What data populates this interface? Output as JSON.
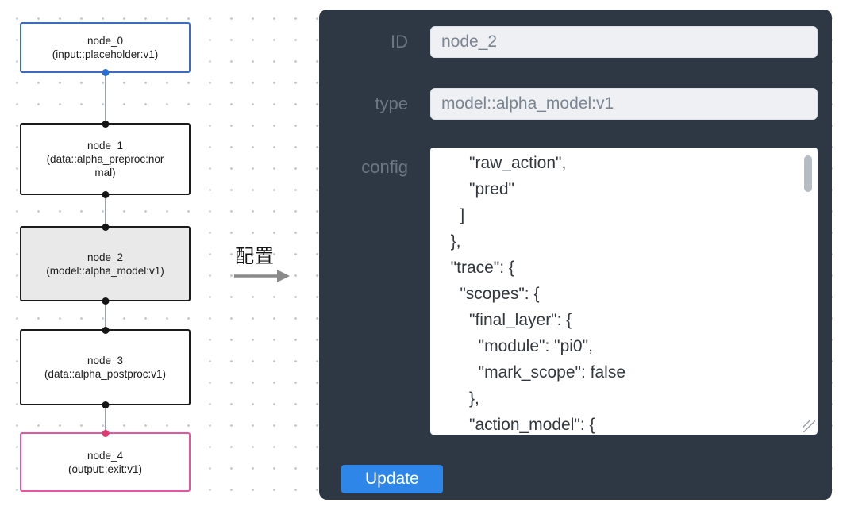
{
  "flow": {
    "nodes": [
      {
        "name": "node_0",
        "type": "(input::placeholder:v1)",
        "border_color": "#3f6ac4",
        "fill": "#ffffff",
        "top_port": "",
        "bottom_port": "#2a6fd2"
      },
      {
        "name": "node_1",
        "type": "(data::alpha_preproc:normal)",
        "border_color": "#1b1b1b",
        "fill": "#ffffff",
        "top_port": "#151515",
        "bottom_port": "#151515"
      },
      {
        "name": "node_2",
        "type": "(model::alpha_model:v1)",
        "border_color": "#1b1b1b",
        "fill": "#e9e9e9",
        "top_port": "#151515",
        "bottom_port": "#151515"
      },
      {
        "name": "node_3",
        "type": "(data::alpha_postproc:v1)",
        "border_color": "#1b1b1b",
        "fill": "#ffffff",
        "top_port": "#151515",
        "bottom_port": "#151515"
      },
      {
        "name": "node_4",
        "type": "(output::exit:v1)",
        "border_color": "#e4579e",
        "fill": "#ffffff",
        "top_port": "#de3c70",
        "bottom_port": ""
      }
    ]
  },
  "transform": {
    "label": "配置",
    "arrow_color": "#8a8a8a"
  },
  "panel": {
    "background": "#2d3844",
    "id_field": {
      "label": "ID",
      "value": "node_2"
    },
    "type_field": {
      "label": "type",
      "value": "model::alpha_model:v1"
    },
    "config_field": {
      "label": "config",
      "value": "      \"raw_action\",\n      \"pred\"\n    ]\n  },\n  \"trace\": {\n    \"scopes\": {\n      \"final_layer\": {\n        \"module\": \"pi0\",\n        \"mark_scope\": false\n      },\n      \"action_model\": {"
    },
    "update_button": {
      "label": "Update",
      "color": "#2e87e8"
    }
  }
}
